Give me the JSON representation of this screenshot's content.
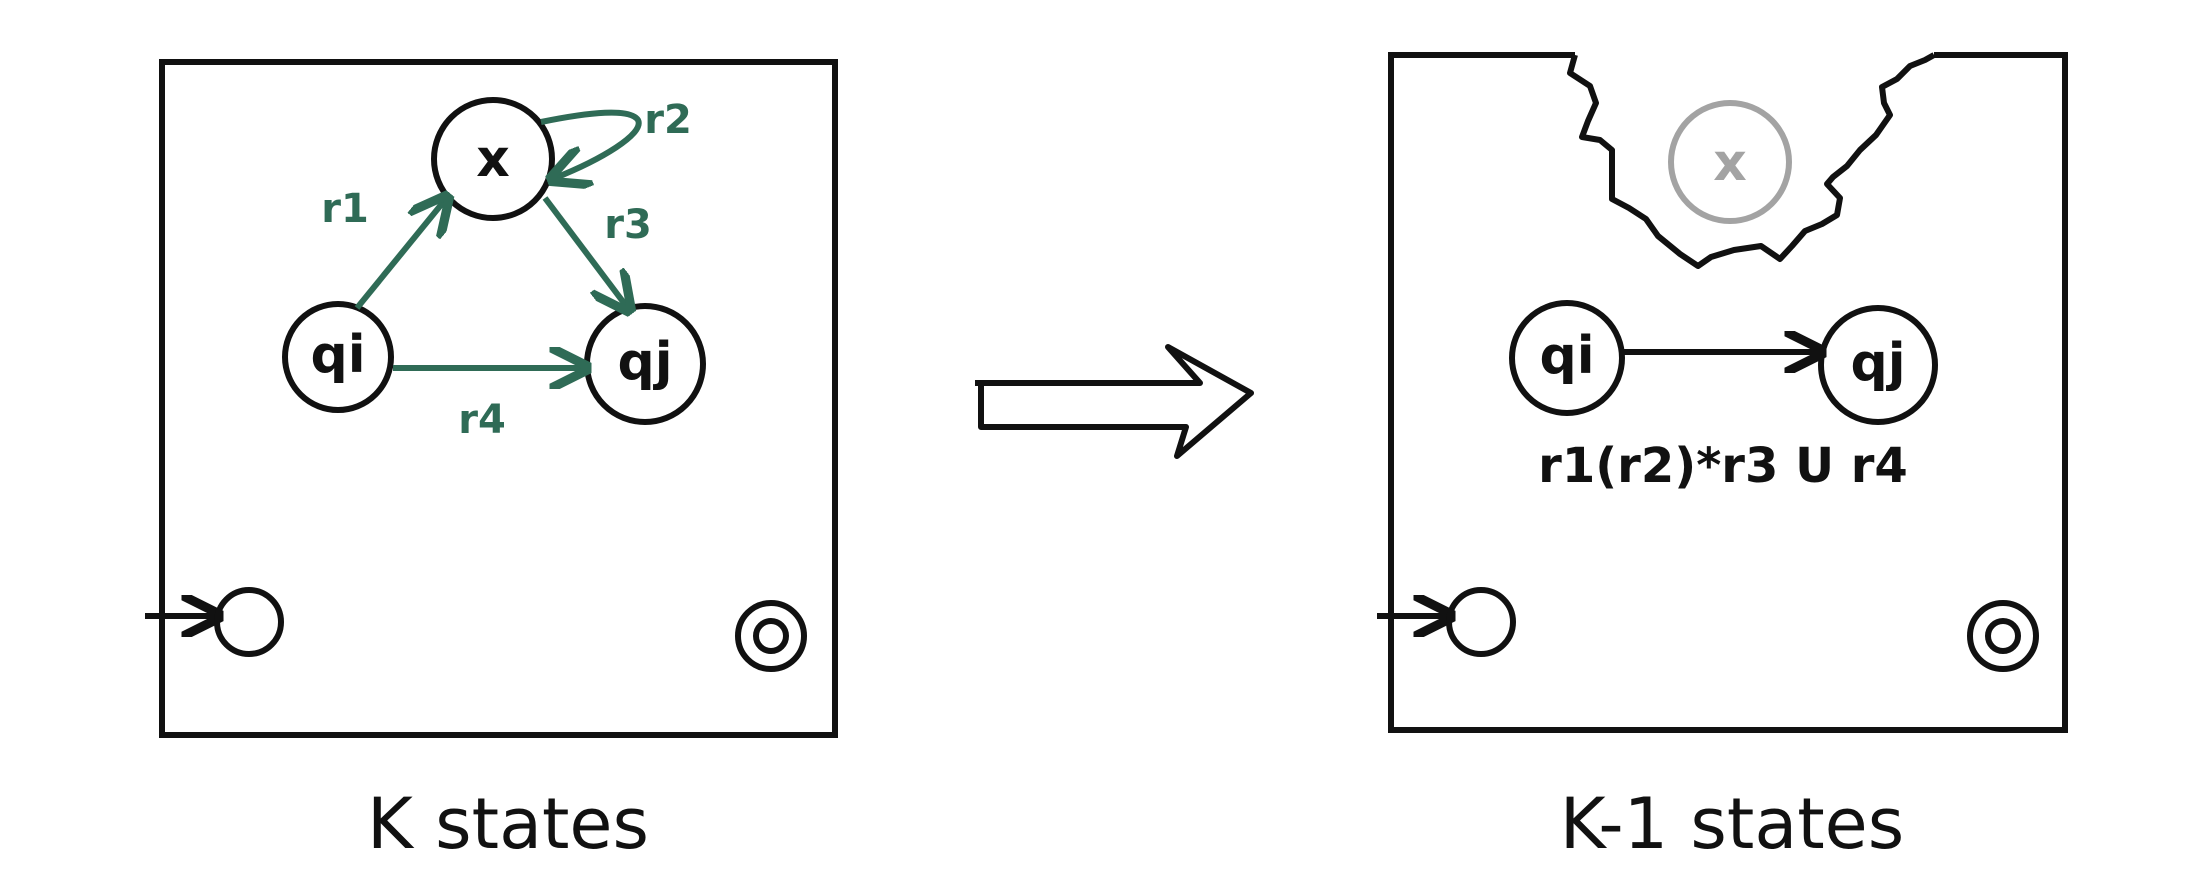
{
  "colors": {
    "ink": "#111111",
    "edge_green": "#2f6b56",
    "removed_gray": "#a3a3a3",
    "background": "#ffffff"
  },
  "left_panel": {
    "caption": "K states",
    "states": {
      "x": "x",
      "qi": "qi",
      "qj": "qj"
    },
    "edge_labels": {
      "r1": "r1",
      "r2": "r2",
      "r3": "r3",
      "r4": "r4"
    }
  },
  "transform_arrow": {
    "icon": "double-arrow-right-icon"
  },
  "right_panel": {
    "caption": "K-1 states",
    "removed_state": "x",
    "states": {
      "qi": "qi",
      "qj": "qj"
    },
    "new_edge_label": "r1(r2)*r3 U r4"
  }
}
